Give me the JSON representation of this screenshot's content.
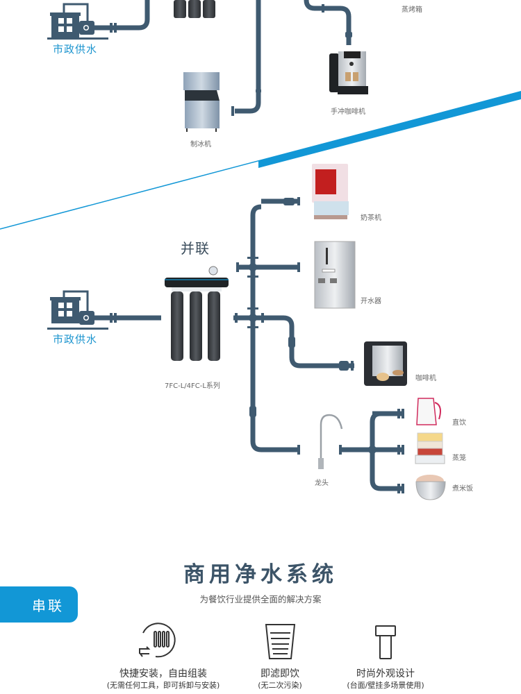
{
  "colors": {
    "pipe": "#3f5a70",
    "accent_blue": "#1297d6",
    "source_label": "#1d95cf",
    "title": "#3c5468"
  },
  "series_section": {
    "source_label": "市政供水",
    "devices": [
      {
        "label": "制冰机",
        "icon": "ice-maker"
      },
      {
        "label": "手冲咖啡机",
        "icon": "coffee-machine"
      },
      {
        "label": "蒸烤箱",
        "icon": "steam-oven"
      }
    ]
  },
  "parallel_section": {
    "title": "并联",
    "source_label": "市政供水",
    "filter_label": "7FC-L/4FC-L系列",
    "devices": [
      {
        "label": "奶茶机",
        "icon": "milk-tea-machine"
      },
      {
        "label": "开水器",
        "icon": "water-boiler"
      },
      {
        "label": "咖啡机",
        "icon": "espresso-machine"
      },
      {
        "label": "龙头",
        "icon": "faucet"
      }
    ],
    "faucet_outputs": [
      {
        "label": "直饮",
        "icon": "kettle"
      },
      {
        "label": "蒸笼",
        "icon": "steamer"
      },
      {
        "label": "煮米饭",
        "icon": "rice-cooker"
      }
    ]
  },
  "summary": {
    "title": "商用净水系统",
    "subtitle": "为餐饮行业提供全面的解决方案",
    "tab_label": "串联",
    "features": [
      {
        "icon": "quick-install-icon",
        "title": "快捷安装，自由组装",
        "subtitle": "(无需任何工具，即可拆卸与安装)"
      },
      {
        "icon": "filter-cup-icon",
        "title": "即滤即饮",
        "subtitle": "(无二次污染)"
      },
      {
        "icon": "filter-cartridge-icon",
        "title": "时尚外观设计",
        "subtitle": "(台面/壁挂多场景使用)"
      }
    ]
  }
}
